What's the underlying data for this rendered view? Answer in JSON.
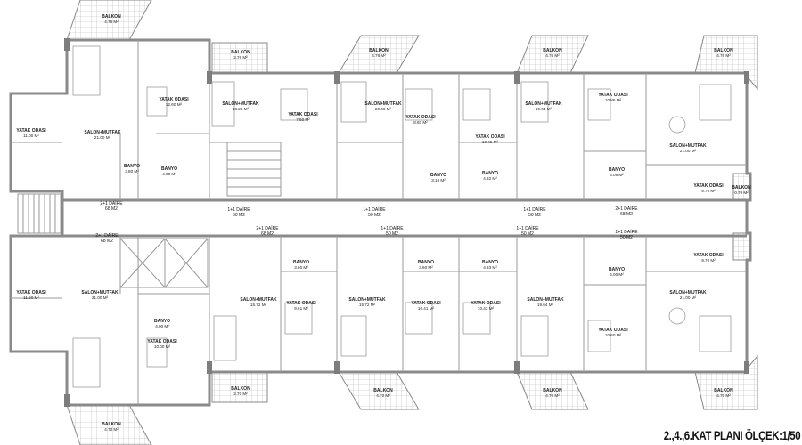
{
  "title": "2.,4.,6.KAT PLANI ÖLÇEK:1/50",
  "balconies": [
    {
      "name": "BALKON",
      "area": "4.76 M²"
    },
    {
      "name": "BALKON",
      "area": "3.76 M²"
    },
    {
      "name": "BALKON",
      "area": "4.76 M²"
    },
    {
      "name": "BALKON",
      "area": "4.76 M²"
    },
    {
      "name": "BALKON",
      "area": "4.76 M²"
    },
    {
      "name": "BALKON",
      "area": "0.70 M²"
    },
    {
      "name": "BALKON",
      "area": "4.70 M²"
    },
    {
      "name": "BALKON",
      "area": "3.70 M²"
    },
    {
      "name": "BALKON",
      "area": "4.70 M²"
    },
    {
      "name": "BALKON",
      "area": "4.70 M²"
    },
    {
      "name": "BALKON",
      "area": "4.70 M²"
    }
  ],
  "rooms": [
    {
      "name": "YATAK ODASI",
      "area": "11.00 M²"
    },
    {
      "name": "SALON+MUTFAK",
      "area": "21.00 M²"
    },
    {
      "name": "YATAK ODASI",
      "area": "12.60 M²"
    },
    {
      "name": "BANYO",
      "area": "3.80 M²"
    },
    {
      "name": "BANYO",
      "area": "4.00 M²"
    },
    {
      "name": "SALON+MUTFAK",
      "area": "18.26 M²"
    },
    {
      "name": "YATAK ODASI",
      "area": "7.50 M²"
    },
    {
      "name": "SALON+MUTFAK",
      "area": "20.60 M²"
    },
    {
      "name": "YATAK ODASI",
      "area": "8.60 M²"
    },
    {
      "name": "BANYO",
      "area": "3.10 M²"
    },
    {
      "name": "YATAK ODASI",
      "area": "10.45 M²"
    },
    {
      "name": "BANYO",
      "area": "4.32 M²"
    },
    {
      "name": "SALON+MUTFAK",
      "area": "19.64 M²"
    },
    {
      "name": "YATAK ODASI",
      "area": "10.86 M²"
    },
    {
      "name": "BANYO",
      "area": "4.06 M²"
    },
    {
      "name": "SALON+MUTFAK",
      "area": "21.00 M²"
    },
    {
      "name": "YATAK ODASI",
      "area": "9.70 M²"
    },
    {
      "name": "YATAK ODASI",
      "area": "11.50 M²"
    },
    {
      "name": "SALON+MUTFAK",
      "area": "21.00 M²"
    },
    {
      "name": "BANYO",
      "area": "4.00 M²"
    },
    {
      "name": "YATAK ODASI",
      "area": "10.00 M²"
    },
    {
      "name": "SALON+MUTFAK",
      "area": "15.72 M²"
    },
    {
      "name": "BANYO",
      "area": "3.60 M²"
    },
    {
      "name": "YATAK ODASI",
      "area": "9.61 M²"
    },
    {
      "name": "SALON+MUTFAK",
      "area": "15.72 M²"
    },
    {
      "name": "BANYO",
      "area": "3.60 M²"
    },
    {
      "name": "YATAK ODASI",
      "area": "10.41 M²"
    },
    {
      "name": "BANYO",
      "area": "4.33 M²"
    },
    {
      "name": "YATAK ODASI",
      "area": "10.43 M²"
    },
    {
      "name": "SALON+MUTFAK",
      "area": "19.64 M²"
    },
    {
      "name": "BANYO",
      "area": "4.00 M²"
    },
    {
      "name": "YATAK ODASI",
      "area": "10.60 M²"
    },
    {
      "name": "SALON+MUTFAK",
      "area": "21.00 M²"
    },
    {
      "name": "YATAK ODASI",
      "area": "9.70 M²"
    }
  ],
  "units": [
    {
      "type": "2+1 DAİRE",
      "area": "68 M2"
    },
    {
      "type": "1+1 DAİRE",
      "area": "50 M2"
    },
    {
      "type": "1+1 DAİRE",
      "area": "50 M2"
    },
    {
      "type": "1+1 DAİRE",
      "area": "50 M2"
    },
    {
      "type": "2+1 DAİRE",
      "area": "68 M2"
    },
    {
      "type": "2+1 DAİRE",
      "area": "68 M2"
    },
    {
      "type": "1+1 DAİRE",
      "area": "50 M2"
    },
    {
      "type": "1+1 DAİRE",
      "area": "50 M2"
    },
    {
      "type": "1+1 DAİRE",
      "area": "50 M2"
    },
    {
      "type": "2+1 DAİRE",
      "area": "68 M2"
    }
  ]
}
